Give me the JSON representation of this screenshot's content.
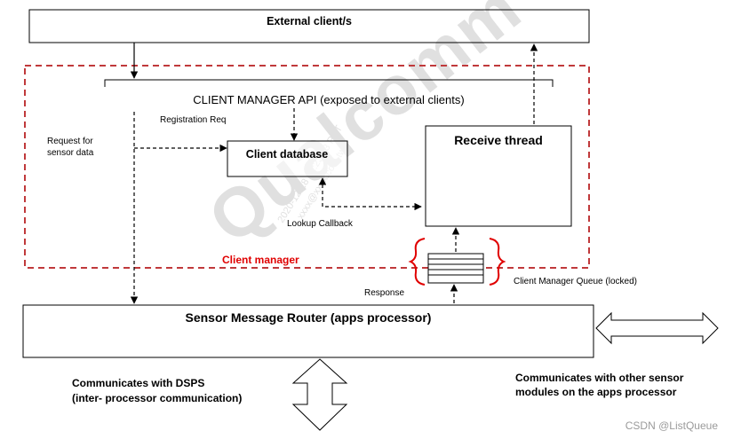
{
  "diagram": {
    "external_clients": "External client/s",
    "client_manager_api": "CLIENT MANAGER API (exposed to external clients)",
    "registration_req": "Registration Req",
    "request_for_sensor_data": [
      "Request for",
      "sensor data"
    ],
    "client_database": "Client database",
    "receive_thread": "Receive thread",
    "lookup_callback": "Lookup Callback",
    "client_manager": "Client manager",
    "response": "Response",
    "client_manager_queue": "Client Manager Queue (locked)",
    "sensor_message_router": "Sensor Message Router (apps processor)",
    "communicates_dsps": [
      "Communicates with DSPS",
      "(inter- processor communication)"
    ],
    "communicates_other": [
      "Communicates with other sensor",
      "modules on the apps processor"
    ]
  },
  "watermark": {
    "logo": "Qualcomm",
    "stamp_lines": [
      "2020-12-18 02:23:33 PDT",
      "xxxx@xxxx.com.tw"
    ],
    "footer": "CSDN @ListQueue"
  },
  "colors": {
    "client_manager_border": "#c0393b",
    "client_manager_label": "#e00000",
    "watermark_gray": "#c8c8c8"
  }
}
